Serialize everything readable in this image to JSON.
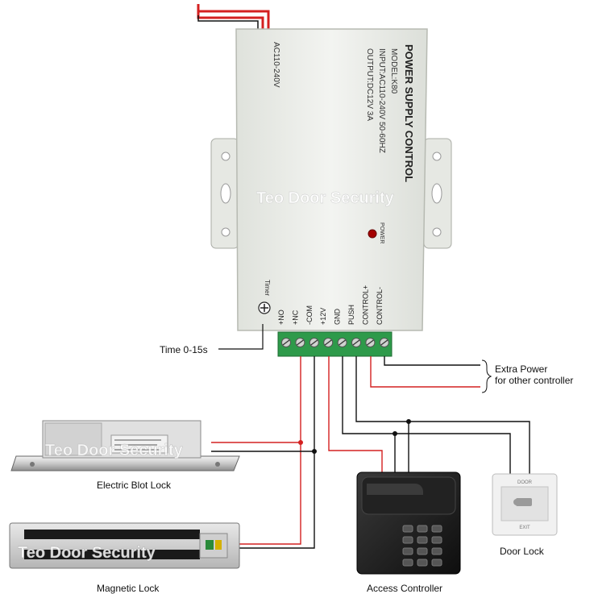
{
  "psu": {
    "title": "POWER SUPPLY CONTROL",
    "model": "MODEL:K80",
    "input": "INPUT:AC110-240V  50-60HZ",
    "output": "OUTPUT:DC12V  3A",
    "ac_label": "AC110-240V",
    "power_led": "POWER",
    "timer": "Timer",
    "terminals": [
      "+NO",
      "+NC",
      "-COM",
      "+12V",
      "GND",
      "PUSH",
      "CONTROL+",
      "CONTROL-"
    ]
  },
  "watermark": "Teo Door Security",
  "labels": {
    "timer_note": "Time 0-15s",
    "extra_power_1": "Extra Power",
    "extra_power_2": "for other controller",
    "bolt_lock": "Electric Blot Lock",
    "magnetic_lock": "Magnetic Lock",
    "access_controller": "Access Controller",
    "door_lock": "Door Lock",
    "exit_top": "DOOR",
    "exit_bottom": "EXIT"
  },
  "colors": {
    "red_wire": "#d42020",
    "black_wire": "#111111",
    "terminal_green": "#2e9a4a",
    "psu_body": "#eceee9"
  }
}
